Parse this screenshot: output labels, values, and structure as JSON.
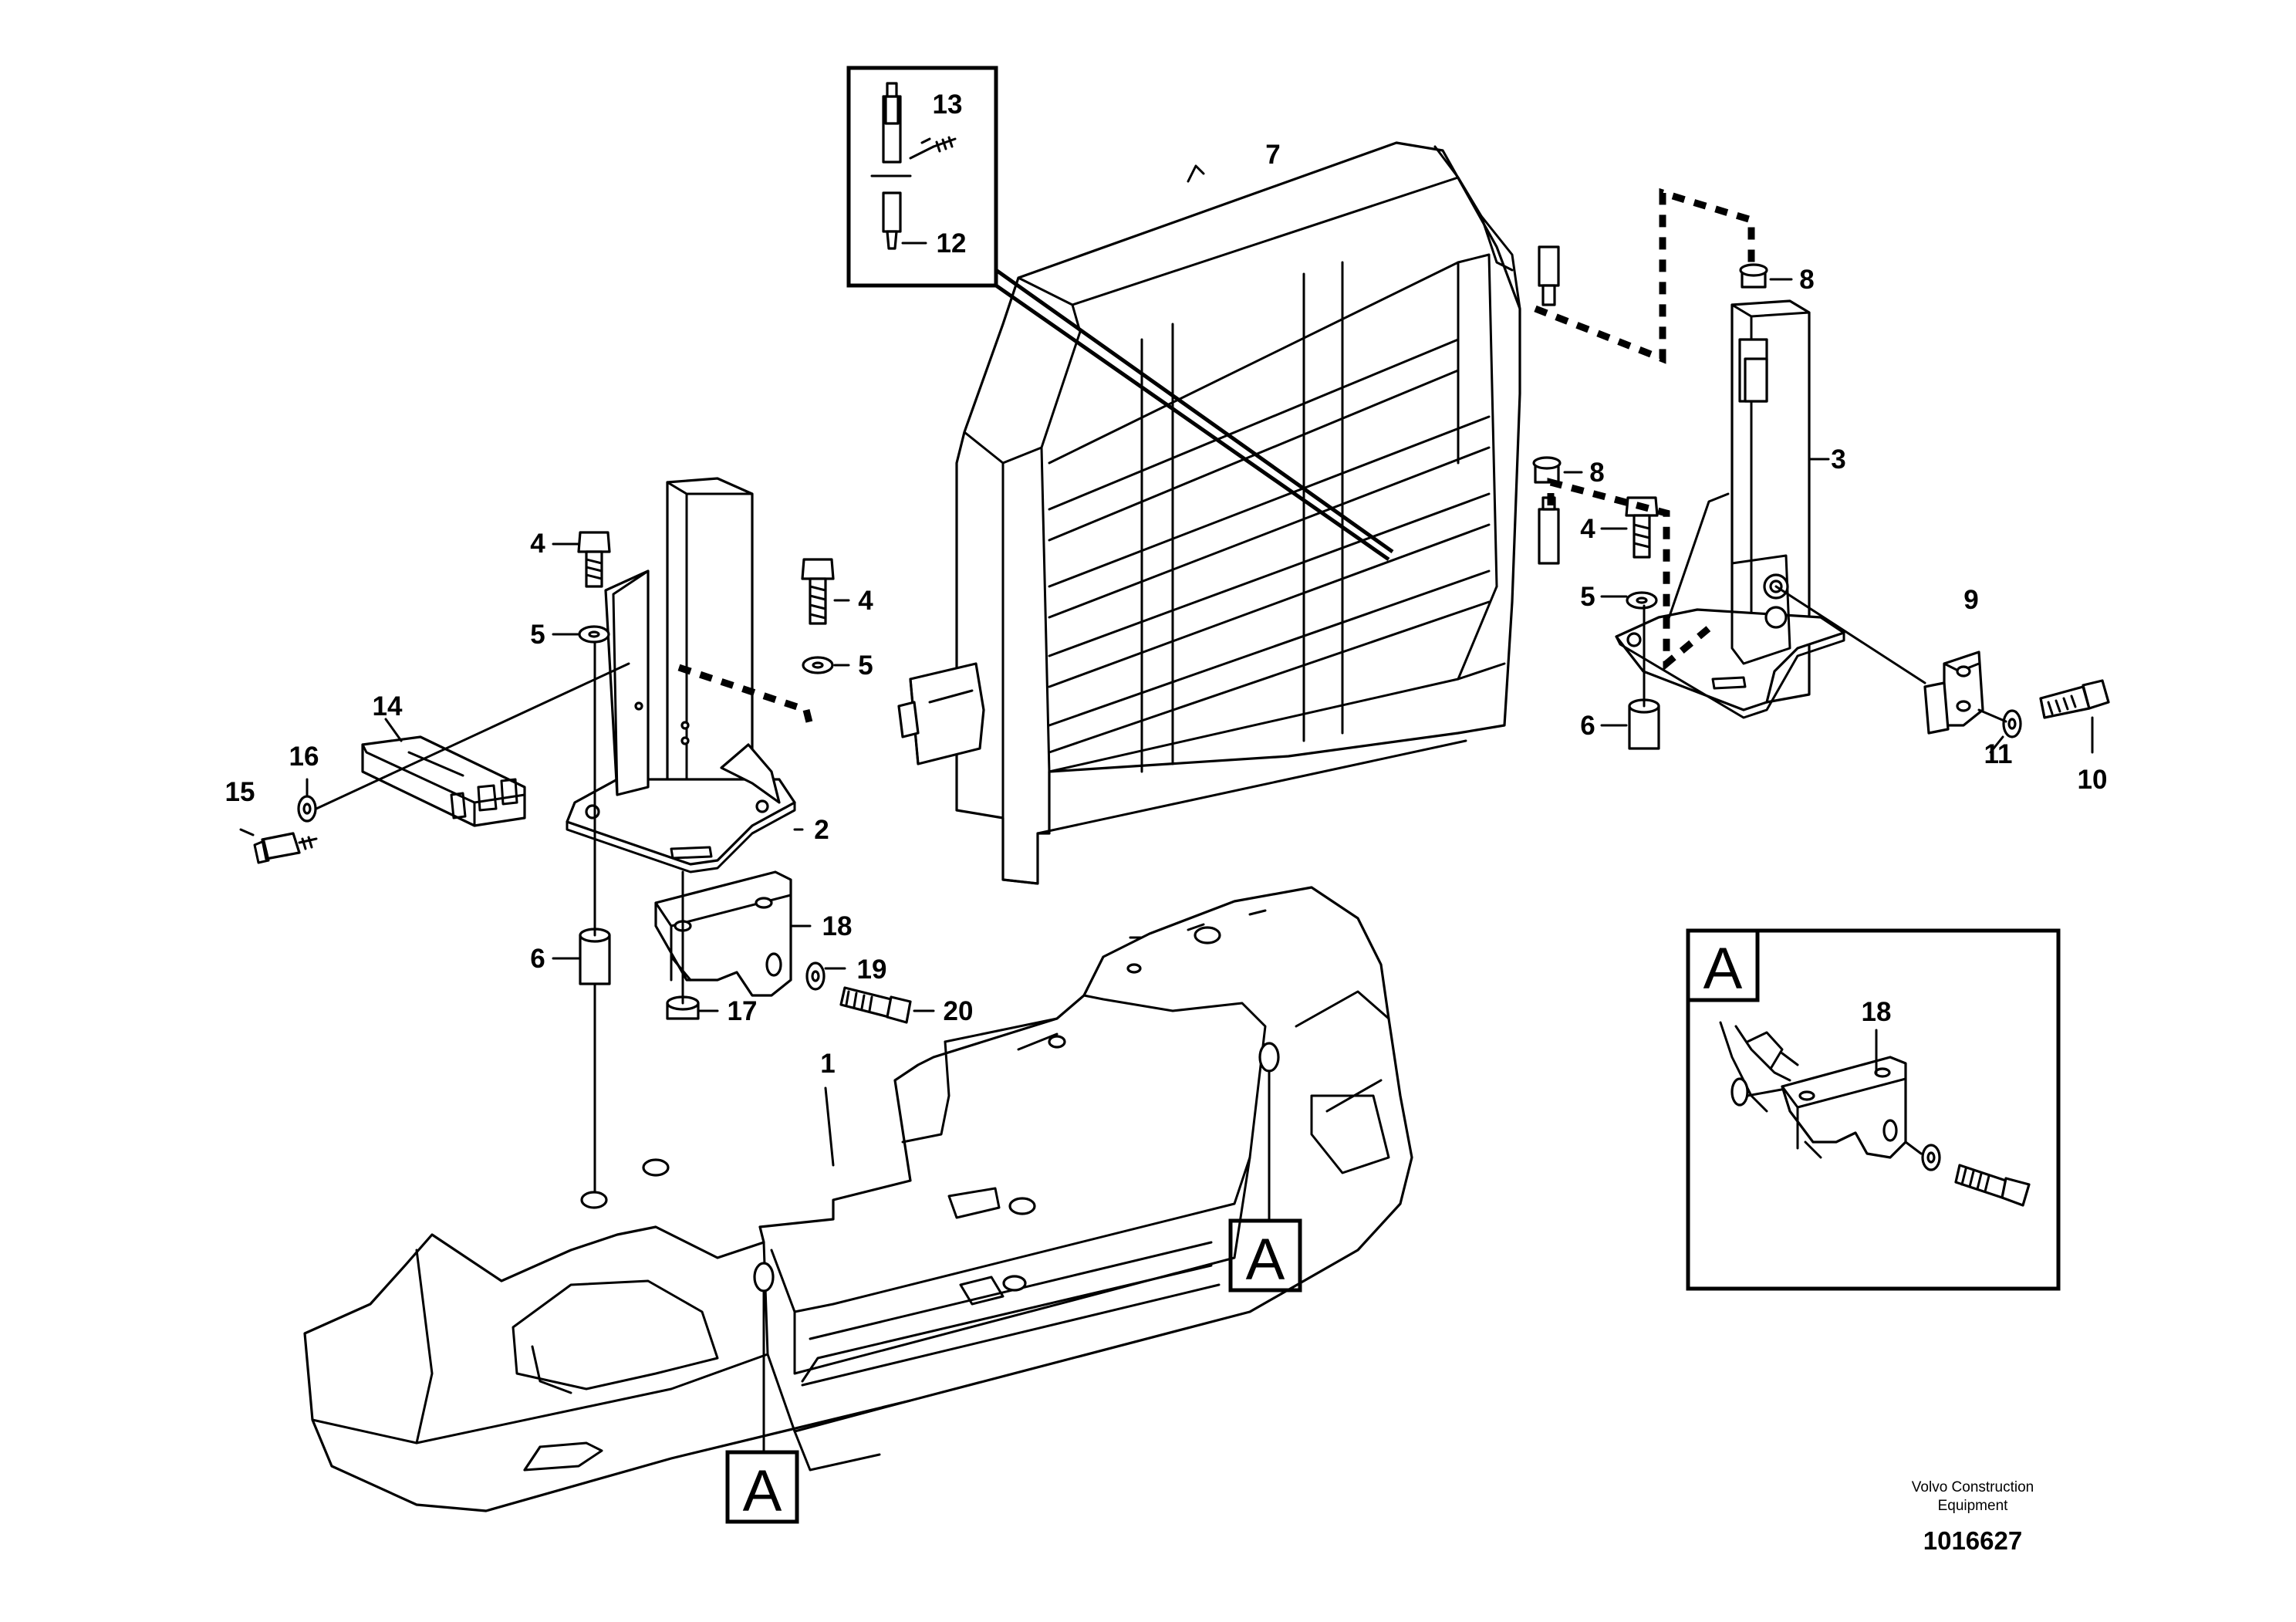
{
  "labels": {
    "p1": "1",
    "p2": "2",
    "p3": "3",
    "p4a": "4",
    "p4b": "4",
    "p4c": "4",
    "p5a": "5",
    "p5b": "5",
    "p5c": "5",
    "p6a": "6",
    "p6b": "6",
    "p7": "7",
    "p8a": "8",
    "p8b": "8",
    "p9": "9",
    "p10": "10",
    "p11": "11",
    "p12": "12",
    "p13": "13",
    "p14": "14",
    "p15": "15",
    "p16": "16",
    "p17": "17",
    "p18": "18",
    "p18d": "18",
    "p19": "19",
    "p20": "20"
  },
  "refs": {
    "detail_tag": "A",
    "callout_left": "A",
    "callout_right": "A"
  },
  "footer": {
    "line1": "Volvo Construction",
    "line2": "Equipment",
    "doc_number": "1016627"
  }
}
